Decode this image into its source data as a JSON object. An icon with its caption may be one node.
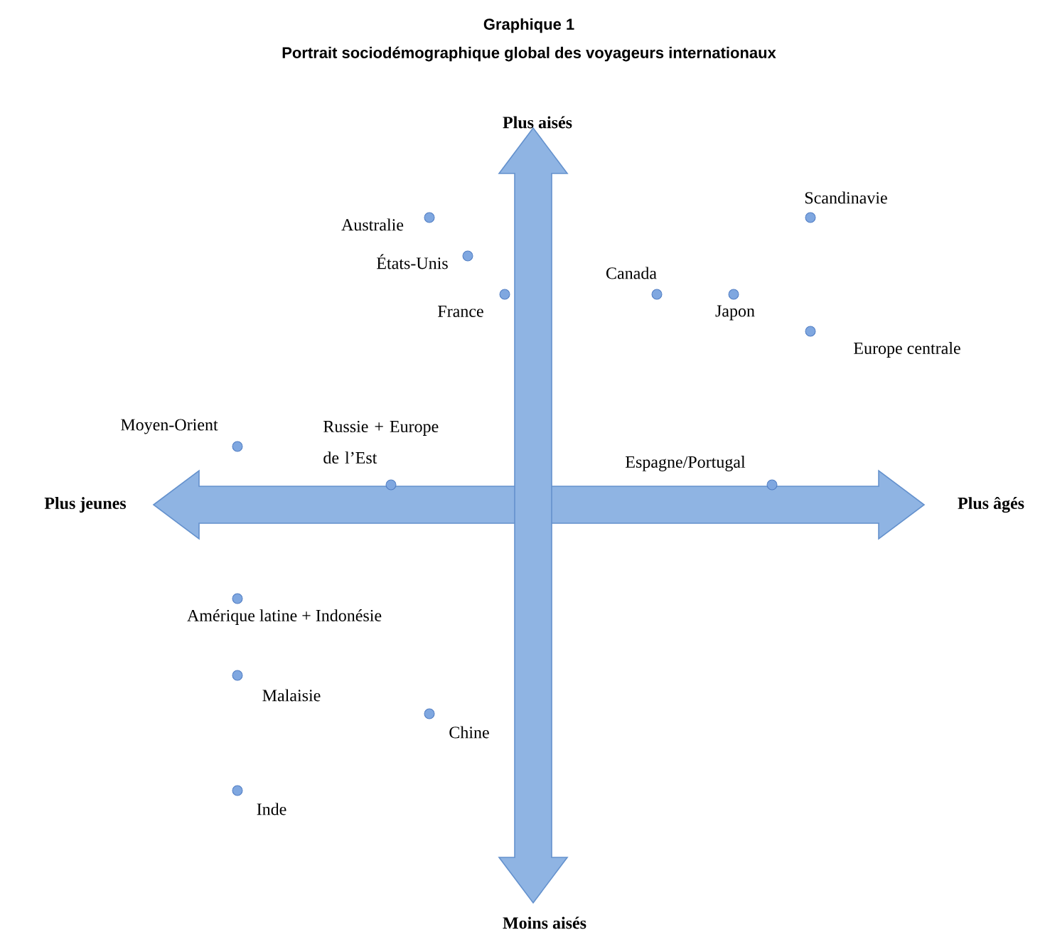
{
  "diagram": {
    "title": "Graphique 1",
    "labels": [
      "Portrait sociodémographique global des voyageurs internationaux",
      "Plus aisés",
      "Scandinavie",
      "Australie",
      "États-Unis",
      "Canada",
      "Japon",
      "France",
      "Europe centrale",
      "Moyen-Orient",
      "Russie + Europe de l’Est",
      "Espagne/Portugal",
      "Plus jeunes",
      "Plus âgés",
      "Amérique latine + Indonésie",
      "Malaisie",
      "Chine",
      "Inde",
      "Moins aisés"
    ]
  }
}
